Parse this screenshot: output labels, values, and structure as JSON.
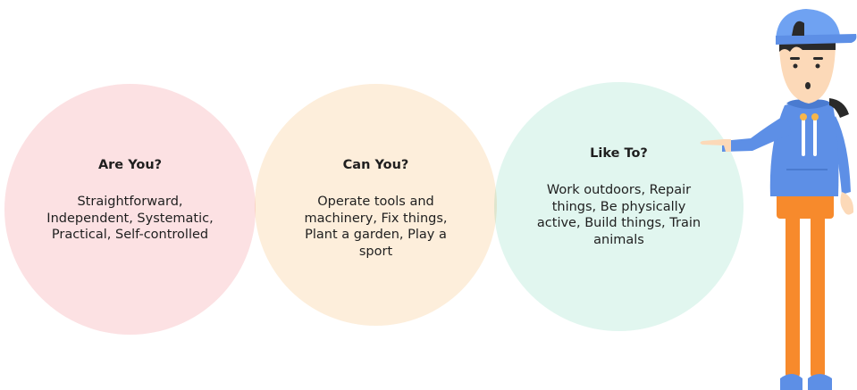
{
  "circles": [
    {
      "title": "Are You?",
      "body": "Straightforward, Independent, Systematic, Practical, Self-controlled",
      "color": "#fce1e3"
    },
    {
      "title": "Can You?",
      "body": "Operate tools and machinery, Fix things, Plant a garden, Play a sport",
      "color": "#fdeedb"
    },
    {
      "title": "Like To?",
      "body": "Work outdoors, Repair things, Be physically active, Build things, Train animals",
      "color": "#e1f6ef"
    }
  ],
  "character": {
    "icon": "pointing-person-illustration",
    "hoodie_color": "#5d8fe6",
    "pants_color": "#f78a2c",
    "cap_color": "#6fa2f2"
  }
}
